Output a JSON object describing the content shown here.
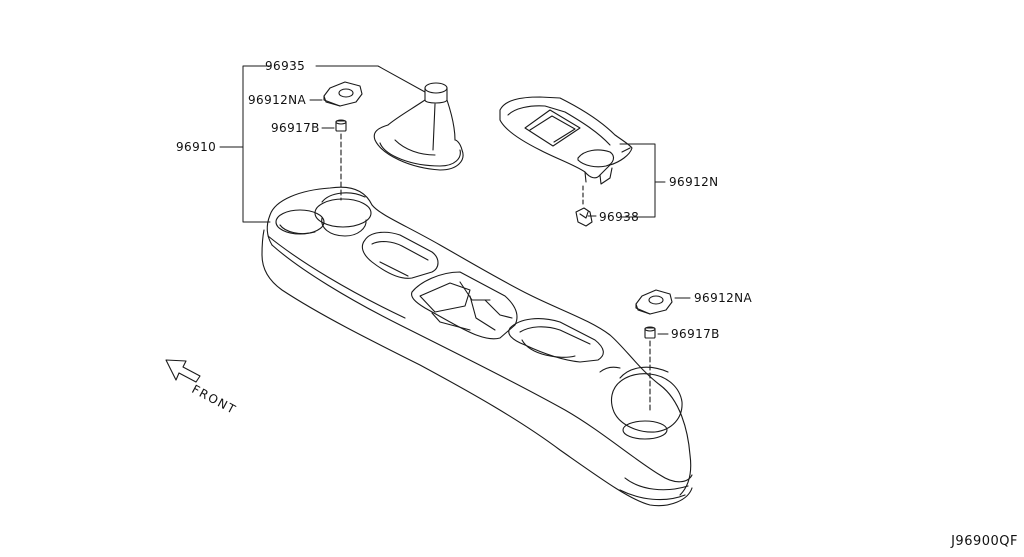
{
  "diagram_id": "J96900QF",
  "front_label": "FRONT",
  "parts": {
    "p96935": "96935",
    "p96912NA_top": "96912NA",
    "p96917B_top": "96917B",
    "p96910": "96910",
    "p96912N": "96912N",
    "p96938": "96938",
    "p96912NA_right": "96912NA",
    "p96917B_right": "96917B"
  },
  "colors": {
    "line": "#1a1a1a",
    "background": "#ffffff"
  }
}
